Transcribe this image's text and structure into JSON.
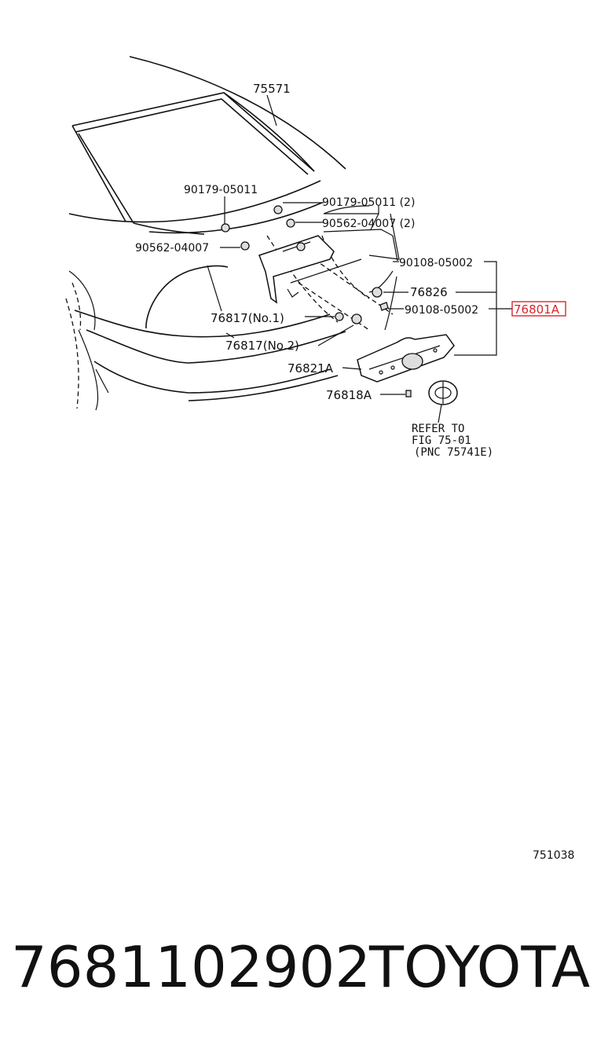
{
  "callouts": {
    "p75571": "75571",
    "p90179_a": "90179-05011",
    "p90179_b": "90179-05011 (2)",
    "p90562_b": "90562-04007 (2)",
    "p90562_a": "90562-04007",
    "p90108_a": "90108-05002",
    "p76826": "76826",
    "p90108_b": "90108-05002",
    "p76801a": "76801A",
    "p76817_1": "76817(No.1)",
    "p76817_2": "76817(No.2)",
    "p76821a": "76821A",
    "p76818a": "76818A"
  },
  "refer": {
    "line1": "REFER TO",
    "line2": "FIG 75-01",
    "line3": "(PNC 75741E)"
  },
  "figure_code": "751038",
  "footer": {
    "part_number": "7681102902",
    "brand": "TOYOTA"
  },
  "colors": {
    "highlight": "#d9262c",
    "ink": "#111111"
  }
}
